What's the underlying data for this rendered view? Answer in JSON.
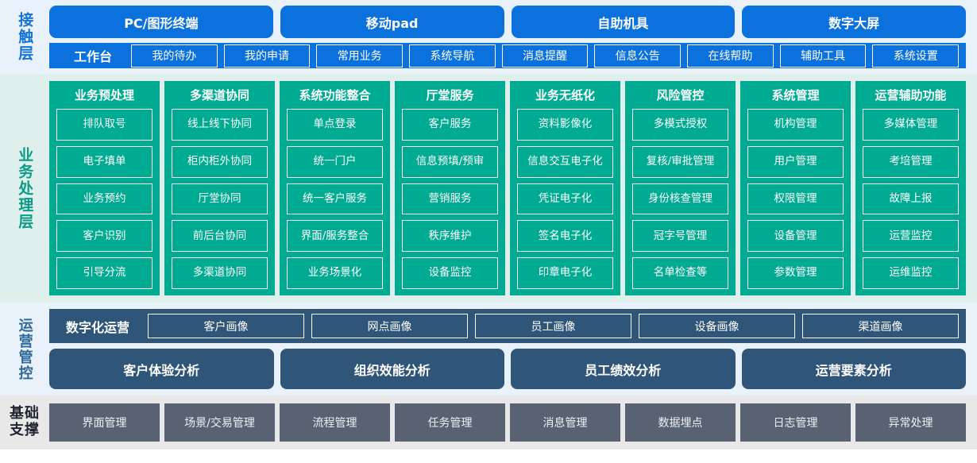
{
  "contact_layer": {
    "label": "接触层",
    "channels": [
      "PC/图形终端",
      "移动pad",
      "自助机具",
      "数字大屏"
    ],
    "workbench_title": "工作台",
    "workbench_items": [
      "我的待办",
      "我的申请",
      "常用业务",
      "系统导航",
      "消息提醒",
      "信息公告",
      "在线帮助",
      "辅助工具",
      "系统设置"
    ]
  },
  "business_layer": {
    "label": "业务处理层",
    "columns": [
      {
        "title": "业务预处理",
        "items": [
          "排队取号",
          "电子填单",
          "业务预约",
          "客户识别",
          "引导分流"
        ]
      },
      {
        "title": "多渠道协同",
        "items": [
          "线上线下协同",
          "柜内柜外协同",
          "厅堂协同",
          "前后台协同",
          "多渠道协同"
        ]
      },
      {
        "title": "系统功能整合",
        "items": [
          "单点登录",
          "统一门户",
          "统一客户服务",
          "界面/服务整合",
          "业务场景化"
        ]
      },
      {
        "title": "厅堂服务",
        "items": [
          "客户服务",
          "信息预填/预审",
          "营销服务",
          "秩序维护",
          "设备监控"
        ]
      },
      {
        "title": "业务无纸化",
        "items": [
          "资料影像化",
          "信息交互电子化",
          "凭证电子化",
          "签名电子化",
          "印章电子化"
        ]
      },
      {
        "title": "风险管控",
        "items": [
          "多模式授权",
          "复核/审批管理",
          "身份核查管理",
          "冠字号管理",
          "名单检查等"
        ]
      },
      {
        "title": "系统管理",
        "items": [
          "机构管理",
          "用户管理",
          "权限管理",
          "设备管理",
          "参数管理"
        ]
      },
      {
        "title": "运营辅助功能",
        "items": [
          "多媒体管理",
          "考培管理",
          "故障上报",
          "运营监控",
          "运维监控"
        ]
      }
    ]
  },
  "operations_layer": {
    "label": "运营管控",
    "portrait_title": "数字化运营",
    "portrait_items": [
      "客户画像",
      "网点画像",
      "员工画像",
      "设备画像",
      "渠道画像"
    ],
    "analysis_items": [
      "客户体验分析",
      "组织效能分析",
      "员工绩效分析",
      "运营要素分析"
    ]
  },
  "foundation_layer": {
    "label_line1": "基础",
    "label_line2": "支撑",
    "items": [
      "界面管理",
      "场景/交易管理",
      "流程管理",
      "任务管理",
      "消息管理",
      "数据埋点",
      "日志管理",
      "异常处理"
    ]
  },
  "colors": {
    "contact_bg": "#e9f2fb",
    "contact_accent": "#0b72dd",
    "business_bg": "#dff0ec",
    "business_accent": "#00ab92",
    "operations_bg": "#e9f2fb",
    "operations_accent": "#2f5578",
    "foundation_bg": "#e8e8e8",
    "foundation_accent": "#596273"
  }
}
